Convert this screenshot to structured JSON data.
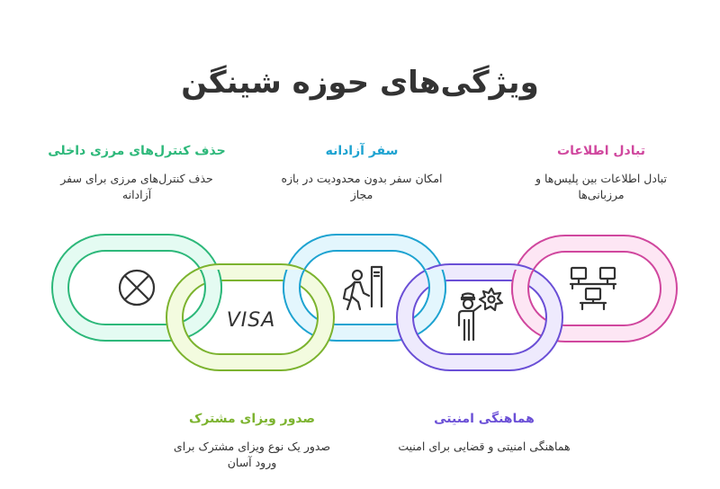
{
  "title": "ویژگی‌های حوزه شینگن",
  "features": [
    {
      "id": "border-controls",
      "heading": "حذف کنترل‌های مرزی داخلی",
      "description": "حذف کنترل‌های مرزی برای سفر آزادانه",
      "color": "#2DB87A",
      "fill": "#E4FBF2",
      "icon": "circle-x-icon"
    },
    {
      "id": "common-visa",
      "heading": "صدور ویزای مشترک",
      "description": "صدور یک نوع ویزای مشترک برای ورود آسان",
      "color": "#7CB32F",
      "fill": "#F3FBDF",
      "icon": "visa-icon",
      "icon_text": "VISA"
    },
    {
      "id": "free-travel",
      "heading": "سفر آزادانه",
      "description": "امکان سفر بدون محدودیت در بازه مجاز",
      "color": "#1EA3D1",
      "fill": "#E3F6FD",
      "icon": "traveler-sign-icon"
    },
    {
      "id": "security-coordination",
      "heading": "هماهنگی امنیتی",
      "description": "هماهنگی امنیتی و قضایی برای امنیت",
      "color": "#6A4FD6",
      "fill": "#EEEAFD",
      "icon": "police-gear-icon"
    },
    {
      "id": "information-exchange",
      "heading": "تبادل اطلاعات",
      "description": "تبادل اطلاعات بین پلیس‌ها و مرزبانی‌ها",
      "color": "#D0479E",
      "fill": "#FDE6F4",
      "icon": "network-computers-icon"
    }
  ]
}
